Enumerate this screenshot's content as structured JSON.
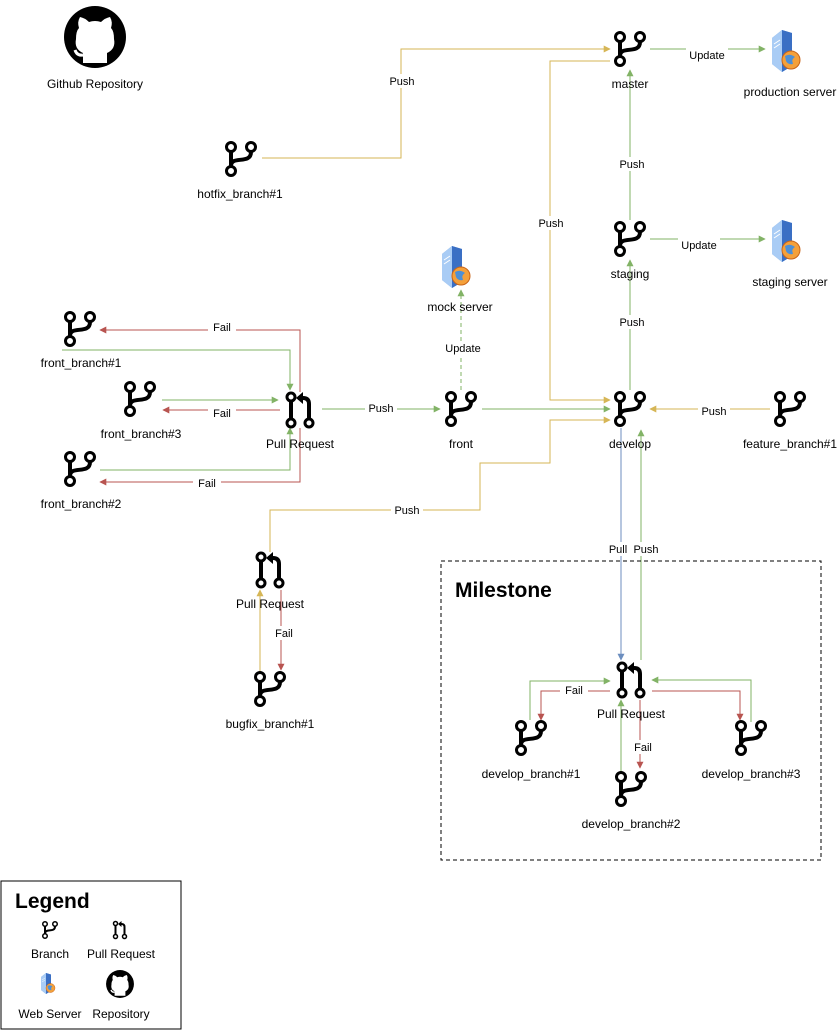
{
  "repository": {
    "label": "Github Repository"
  },
  "branches": {
    "master": "master",
    "hotfix": "hotfix_branch#1",
    "staging": "staging",
    "front1": "front_branch#1",
    "front3": "front_branch#3",
    "front2": "front_branch#2",
    "front": "front",
    "develop": "develop",
    "feature": "feature_branch#1",
    "bugfix": "bugfix_branch#1",
    "develop1": "develop_branch#1",
    "develop2": "develop_branch#2",
    "develop3": "develop_branch#3"
  },
  "servers": {
    "production": "production server",
    "staging": "staging server",
    "mock": "mock server"
  },
  "pull_requests": {
    "front_pr": "Pull Request",
    "bugfix_pr": "Pull Request",
    "milestone_pr": "Pull Request"
  },
  "edge_labels": {
    "push": "Push",
    "update": "Update",
    "fail": "Fail",
    "pull": "Pull"
  },
  "milestone": {
    "title": "Milestone"
  },
  "legend": {
    "title": "Legend",
    "branch": "Branch",
    "pull_request": "Pull Request",
    "web_server": "Web Server",
    "repository": "Repository"
  },
  "colors": {
    "push": "#d6b656",
    "merge": "#82b366",
    "fail": "#b85450",
    "pull": "#6c8ebf"
  }
}
